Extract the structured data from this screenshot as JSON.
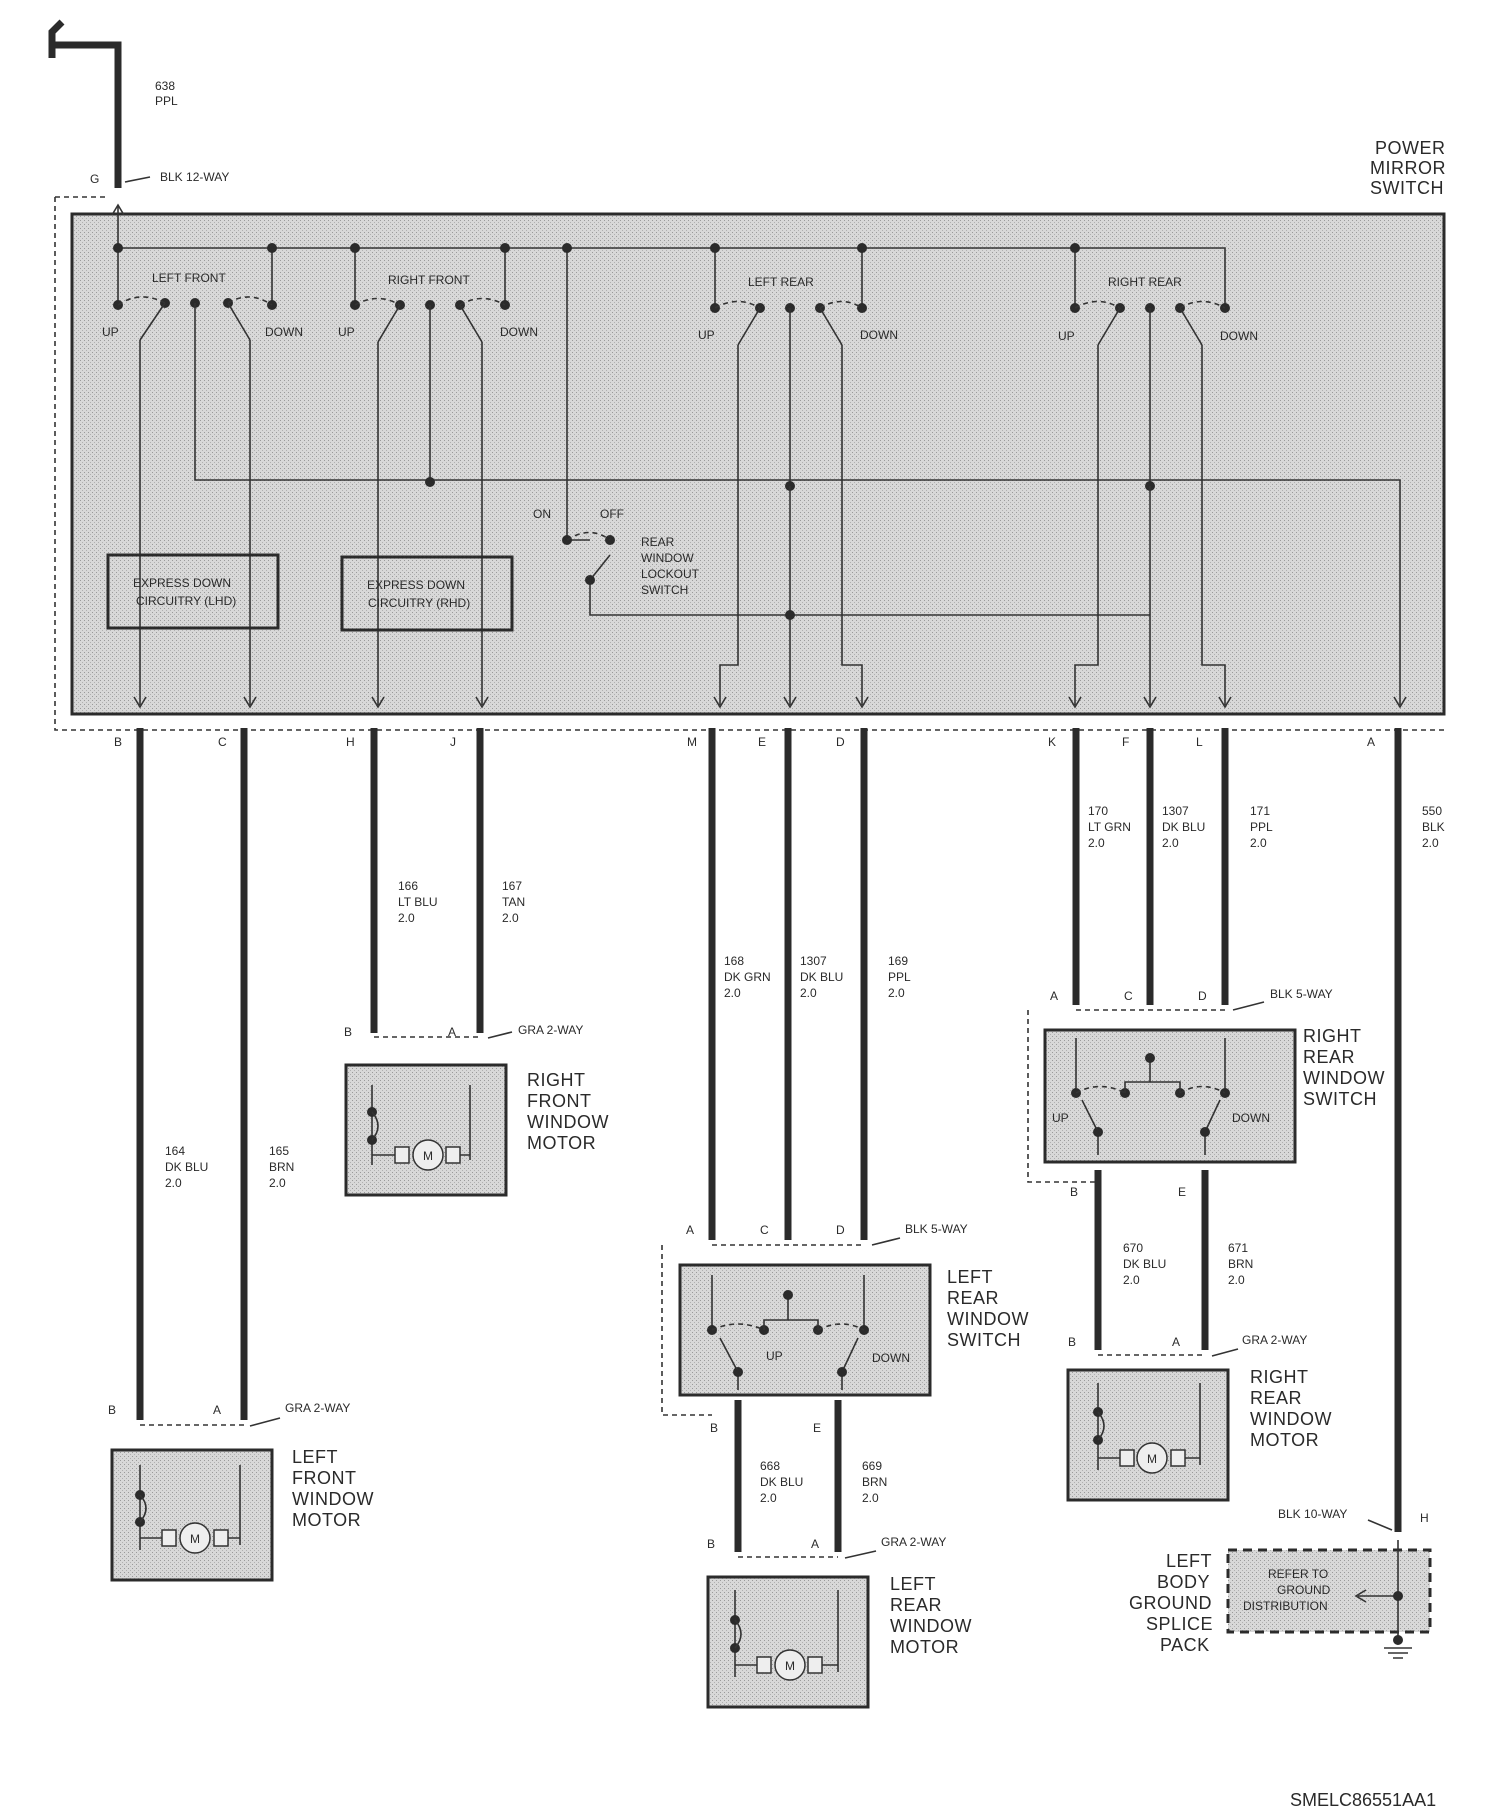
{
  "top_wire": {
    "circuit": "638",
    "color": "PPL"
  },
  "mirror_switch": {
    "title": [
      "POWER",
      "MIRROR",
      "SWITCH"
    ],
    "connector_label": "BLK 12-WAY",
    "top_pin": "G",
    "sections": [
      "LEFT FRONT",
      "RIGHT FRONT",
      "LEFT REAR",
      "RIGHT REAR"
    ],
    "up": "UP",
    "down": "DOWN",
    "express_lhd": [
      "EXPRESS DOWN",
      "CIRCUITRY (LHD)"
    ],
    "express_rhd": [
      "EXPRESS DOWN",
      "CIRCUITRY (RHD)"
    ],
    "lockout": {
      "on": "ON",
      "off": "OFF",
      "label": [
        "REAR",
        "WINDOW",
        "LOCKOUT",
        "SWITCH"
      ]
    },
    "pins": [
      "B",
      "C",
      "H",
      "J",
      "M",
      "E",
      "D",
      "K",
      "F",
      "L",
      "A"
    ]
  },
  "wires": {
    "w164": [
      "164",
      "DK BLU",
      "2.0"
    ],
    "w165": [
      "165",
      "BRN",
      "2.0"
    ],
    "w166": [
      "166",
      "LT BLU",
      "2.0"
    ],
    "w167": [
      "167",
      "TAN",
      "2.0"
    ],
    "w168": [
      "168",
      "DK GRN",
      "2.0"
    ],
    "w1307a": [
      "1307",
      "DK BLU",
      "2.0"
    ],
    "w169": [
      "169",
      "PPL",
      "2.0"
    ],
    "w170": [
      "170",
      "LT GRN",
      "2.0"
    ],
    "w1307b": [
      "1307",
      "DK BLU",
      "2.0"
    ],
    "w171": [
      "171",
      "PPL",
      "2.0"
    ],
    "w550": [
      "550",
      "BLK",
      "2.0"
    ],
    "w668": [
      "668",
      "DK BLU",
      "2.0"
    ],
    "w669": [
      "669",
      "BRN",
      "2.0"
    ],
    "w670": [
      "670",
      "DK BLU",
      "2.0"
    ],
    "w671": [
      "671",
      "BRN",
      "2.0"
    ]
  },
  "connectors": {
    "gra2": "GRA 2-WAY",
    "blk5": "BLK 5-WAY",
    "blk10": "BLK 10-WAY",
    "pin_a": "A",
    "pin_b": "B",
    "pin_c": "C",
    "pin_d": "D",
    "pin_e": "E",
    "pin_h": "H"
  },
  "components": {
    "rf_motor": [
      "RIGHT",
      "FRONT",
      "WINDOW",
      "MOTOR"
    ],
    "lf_motor": [
      "LEFT",
      "FRONT",
      "WINDOW",
      "MOTOR"
    ],
    "lr_switch": [
      "LEFT",
      "REAR",
      "WINDOW",
      "SWITCH"
    ],
    "lr_motor": [
      "LEFT",
      "REAR",
      "WINDOW",
      "MOTOR"
    ],
    "rr_switch": [
      "RIGHT",
      "REAR",
      "WINDOW",
      "SWITCH"
    ],
    "rr_motor": [
      "RIGHT",
      "REAR",
      "WINDOW",
      "MOTOR"
    ],
    "splice_pack": [
      "LEFT",
      "BODY",
      "GROUND",
      "SPLICE",
      "PACK"
    ],
    "ground_ref": [
      "REFER TO",
      "GROUND",
      "DISTRIBUTION"
    ],
    "motor_symbol": "M"
  },
  "doc_id": "SMELC86551AA1"
}
